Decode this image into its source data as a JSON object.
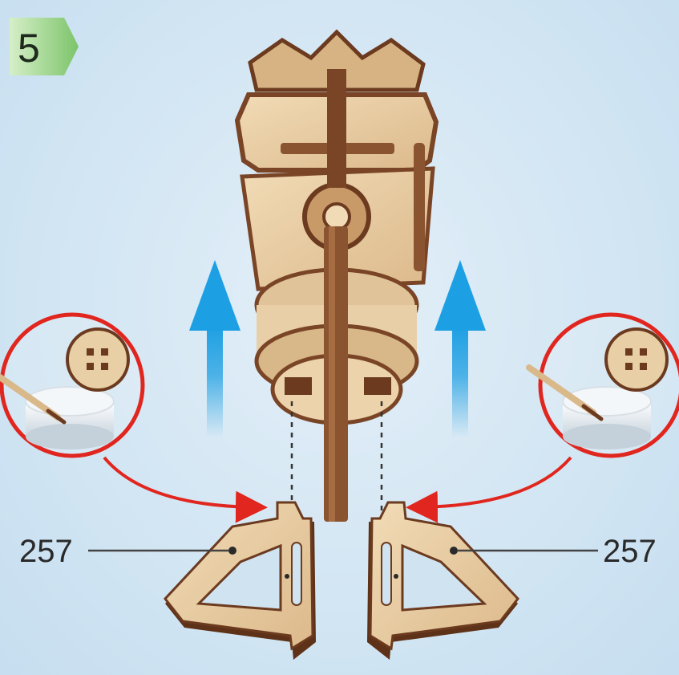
{
  "step": {
    "number": "5"
  },
  "parts": {
    "left_label": "257",
    "right_label": "257"
  },
  "colors": {
    "step_badge": "#7cc46a",
    "wood_light": "#e9cda4",
    "wood_dark": "#6b3a1f",
    "arrow_up": "#1d9fe3",
    "arrow_callout": "#e0261e",
    "background": "#d3e6f3"
  },
  "icons": [
    "glue-pot-icon",
    "gear-icon",
    "glue-stick-icon",
    "up-arrow-icon",
    "callout-arrow-icon"
  ]
}
